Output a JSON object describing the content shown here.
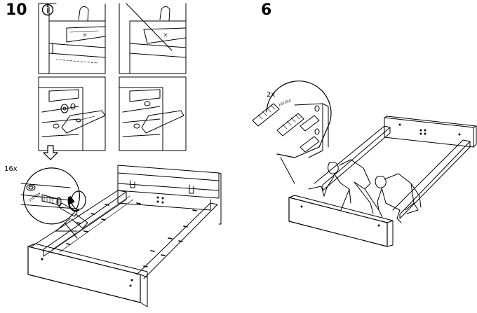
{
  "steps": {
    "left": {
      "number": "10"
    },
    "right": {
      "number": "6"
    }
  },
  "labels": {
    "qty_screws": "16x",
    "part_screw": "110789",
    "qty_dowels": "2x",
    "part_dowel": "101354"
  },
  "icons": [
    "info-icon",
    "arrow-down-icon",
    "rotate-arrow-icon"
  ]
}
